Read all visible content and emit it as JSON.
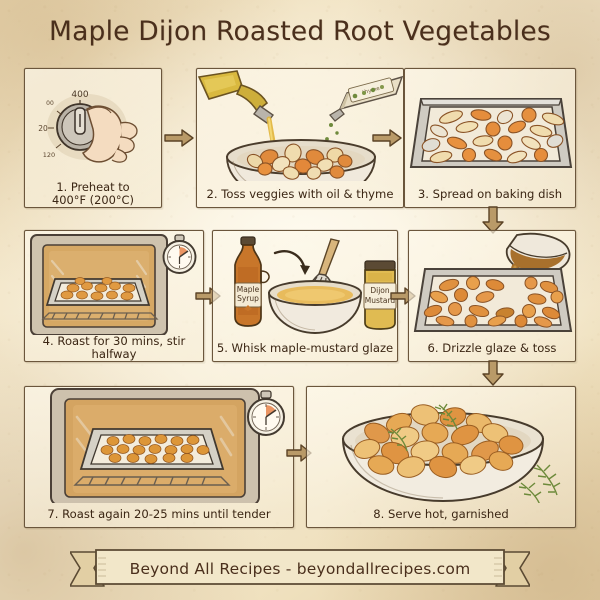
{
  "poster": {
    "title": "Maple Dijon Roasted Root Vegetables",
    "paper_color": "#f3e6c8",
    "ink_color": "#3b2614",
    "border_color": "#6b563c",
    "arrow_color": "#8a6a3e"
  },
  "steps": [
    {
      "number": "1",
      "caption": "1. Preheat to\n400°F (200°C)",
      "art": "oven-dial-hand",
      "dial": {
        "top_label": "400",
        "left_upper_label": "00",
        "left_mid_label": "20",
        "left_lower_label": "120"
      }
    },
    {
      "number": "2",
      "caption": "2. Toss veggies with oil & thyme",
      "art": "bowl-oil-thyme"
    },
    {
      "number": "3",
      "caption": "3. Spread on baking dish",
      "art": "baking-sheet-raw"
    },
    {
      "number": "4",
      "caption": "4. Roast for 30 mins, stir halfway",
      "art": "oven-tray-timer"
    },
    {
      "number": "5",
      "caption": "5. Whisk maple-mustard glaze",
      "art": "glaze-bowl-whisk",
      "labels": {
        "syrup_bottle": "Maple\nSyrup",
        "mustard_jar": "Dijon\nMustard"
      }
    },
    {
      "number": "6",
      "caption": "6. Drizzle glaze & toss",
      "art": "drizzle-glaze"
    },
    {
      "number": "7",
      "caption": "7. Roast again 20-25 mins until tender",
      "art": "oven-tray-timer-2"
    },
    {
      "number": "8",
      "caption": "8. Serve hot, garnished",
      "art": "serving-bowl-thyme"
    }
  ],
  "footer": {
    "text": "Beyond All Recipes - beyondallrecipes.com"
  }
}
